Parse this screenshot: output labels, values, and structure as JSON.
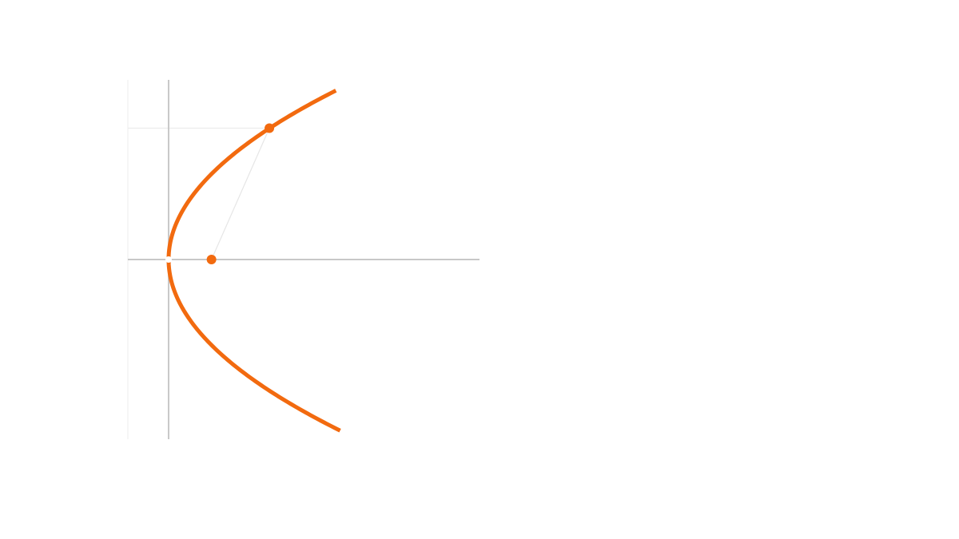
{
  "diagram": {
    "type": "parabola",
    "equation_form": "y^2 = 4ax",
    "colors": {
      "curve": "#f26a0f",
      "points": "#f26a0f",
      "axes": "#c8c8c8",
      "guides": "#ececec",
      "focus_segment": "#e6e6e6",
      "background": "#ffffff"
    },
    "focus": {
      "x": 1,
      "y": 0
    },
    "point_on_curve": {
      "x": 2.35,
      "y": 3.07
    },
    "x_range": [
      -0.95,
      7.25
    ],
    "y_range": [
      -4.2,
      4.2
    ]
  }
}
